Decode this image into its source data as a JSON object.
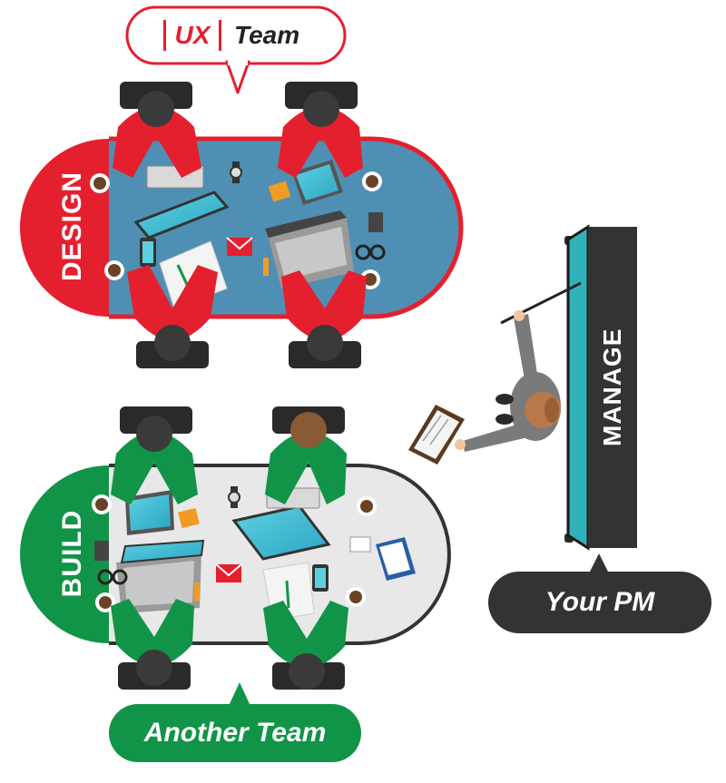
{
  "bubbles": {
    "ux_badge": "UX",
    "ux_team": "Team",
    "another_team": "Another Team",
    "your_pm": "Your PM"
  },
  "tables": {
    "design_label": "DESIGN",
    "build_label": "BUILD"
  },
  "board": {
    "manage_label": "MANAGE"
  },
  "colors": {
    "design_red": "#e5202e",
    "design_table": "#4f8fb3",
    "build_green": "#119447",
    "build_table": "#e8e8e8",
    "board_dark": "#333333",
    "board_screen": "#2fb3b9",
    "pm_bubble": "#333333"
  },
  "icons": [
    "laptop-icon",
    "keyboard-icon",
    "tablet-icon",
    "phone-icon",
    "coffee-cup-icon",
    "watch-icon",
    "notebook-icon",
    "envelope-icon",
    "glasses-icon",
    "calculator-icon",
    "clipboard-icon",
    "pointer-stick-icon"
  ]
}
